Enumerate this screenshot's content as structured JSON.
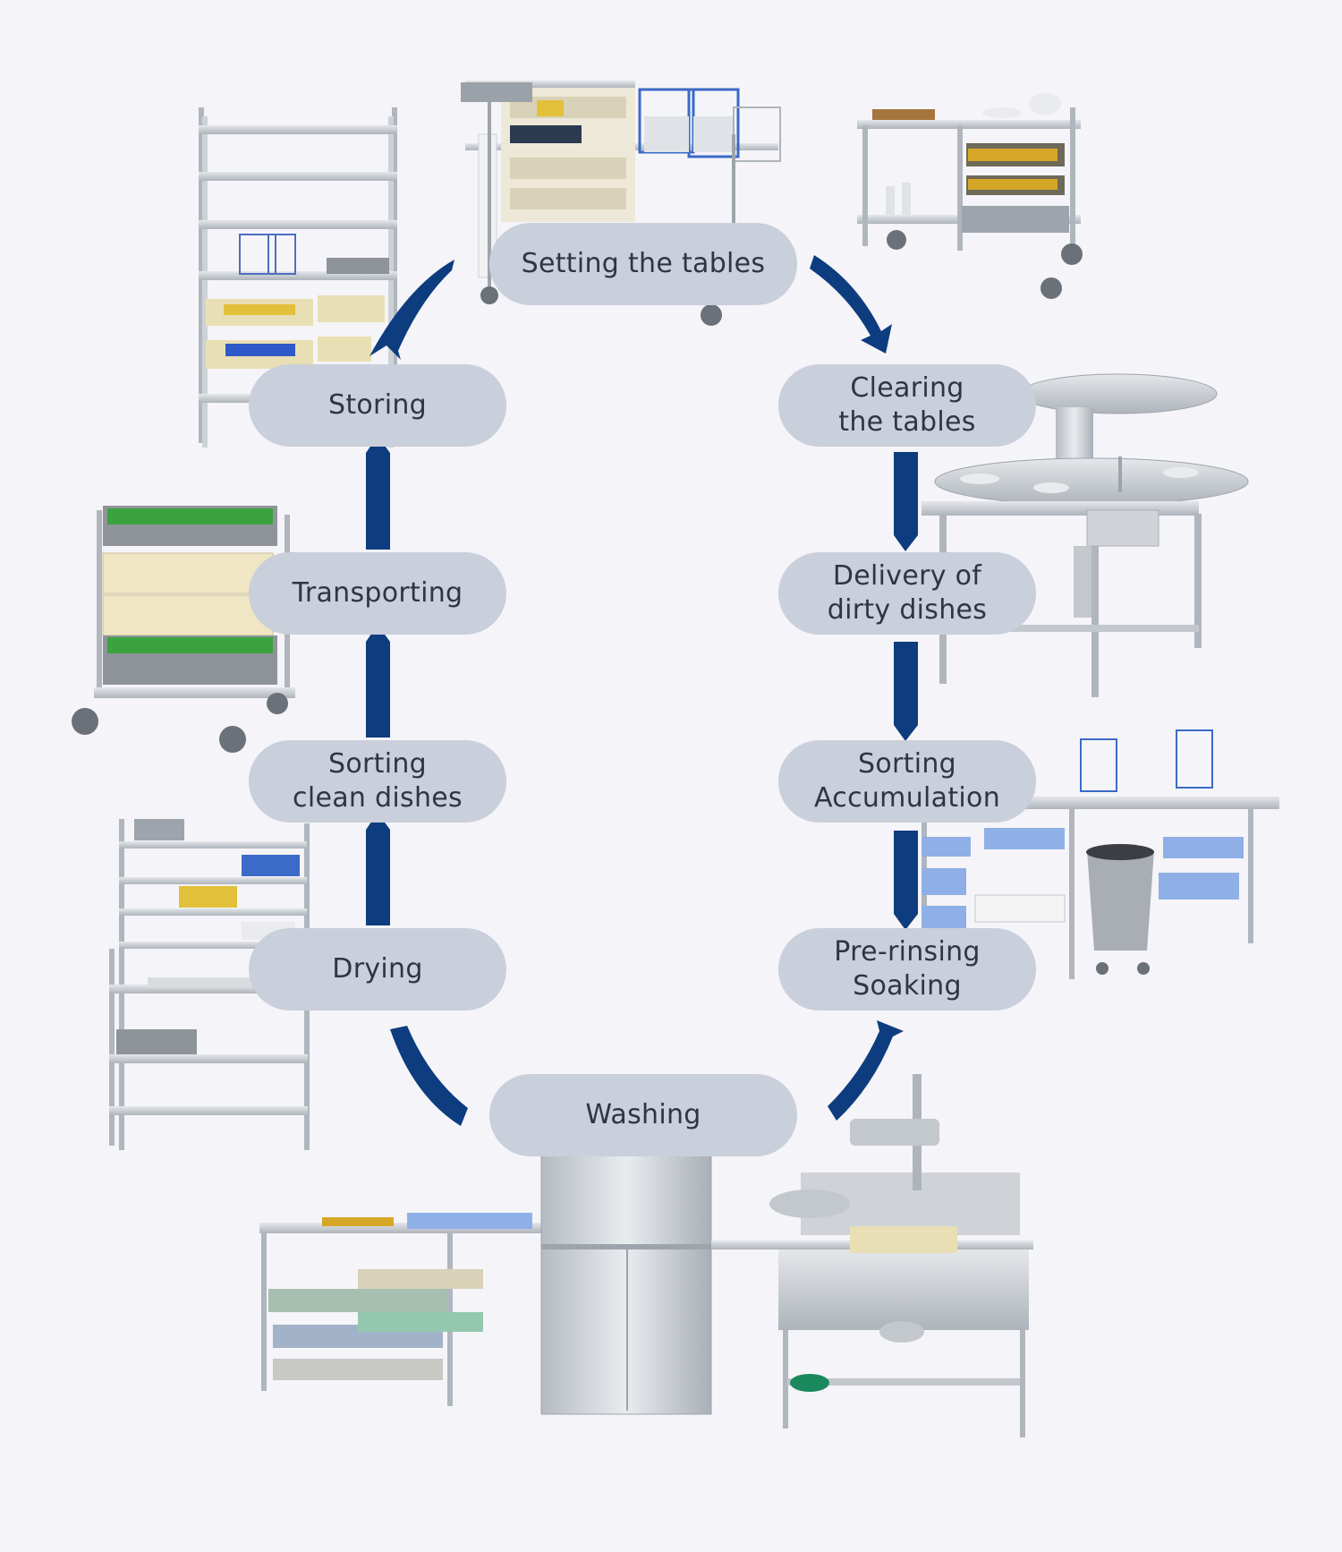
{
  "colors": {
    "background": "#f5f4f8",
    "pill": "#c9cfdb",
    "arrow": "#0d3d7f",
    "text": "#2f3542",
    "steel": "#c7ccd2"
  },
  "steps": {
    "setting": {
      "line1": "Setting the tables"
    },
    "clearing": {
      "line1": "Clearing",
      "line2": "the tables"
    },
    "delivery": {
      "line1": "Delivery of",
      "line2": "dirty dishes"
    },
    "sorting_acc": {
      "line1": "Sorting",
      "line2": "Accumulation"
    },
    "prerinsing": {
      "line1": "Pre-rinsing",
      "line2": "Soaking"
    },
    "washing": {
      "line1": "Washing"
    },
    "drying": {
      "line1": "Drying"
    },
    "sorting_clean": {
      "line1": "Sorting",
      "line2": "clean dishes"
    },
    "transporting": {
      "line1": "Transporting"
    },
    "storing": {
      "line1": "Storing"
    }
  },
  "equipment": [
    {
      "name": "serving-trolley-icon"
    },
    {
      "name": "clearing-trolley-icon"
    },
    {
      "name": "round-table-icon"
    },
    {
      "name": "sorting-table-icon"
    },
    {
      "name": "dishwasher-line-icon"
    },
    {
      "name": "drying-rack-icon"
    },
    {
      "name": "rack-trolley-icon"
    },
    {
      "name": "storage-shelf-icon"
    }
  ]
}
